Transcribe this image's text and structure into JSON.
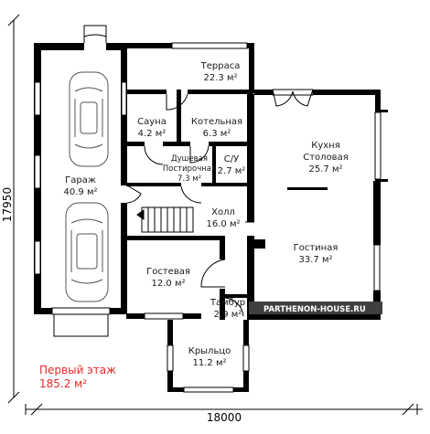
{
  "rooms": [
    {
      "id": "terrace",
      "name": "Терраса",
      "area": "22.3 м²"
    },
    {
      "id": "sauna",
      "name": "Сауна",
      "area": "4.2 м²"
    },
    {
      "id": "boiler",
      "name": "Котельная",
      "area": "6.3 м²"
    },
    {
      "id": "garage",
      "name": "Гараж",
      "area": "40.9 м²"
    },
    {
      "id": "shower",
      "name": "Душевая",
      "name2": "Постирочная",
      "area": "7.3 м²"
    },
    {
      "id": "wc",
      "name": "С/У",
      "area": "2.7 м²"
    },
    {
      "id": "kitchen",
      "name": "Кухня",
      "name2": "Столовая",
      "area": "25.7 м²"
    },
    {
      "id": "hall",
      "name": "Холл",
      "area": "16.0 м²"
    },
    {
      "id": "living",
      "name": "Гостиная",
      "area": "33.7 м²"
    },
    {
      "id": "guest",
      "name": "Гостевая",
      "area": "12.0 м²"
    },
    {
      "id": "vestibule",
      "name": "Тамбур",
      "area": "2.9 м²"
    },
    {
      "id": "porch",
      "name": "Крыльцо",
      "area": "11.2 м²"
    }
  ],
  "dimensions": {
    "width": "18000",
    "height": "17950"
  },
  "floor": {
    "title": "Первый этаж",
    "area": "185.2 м²"
  },
  "watermark": "PARTHENON-HOUSE.RU"
}
